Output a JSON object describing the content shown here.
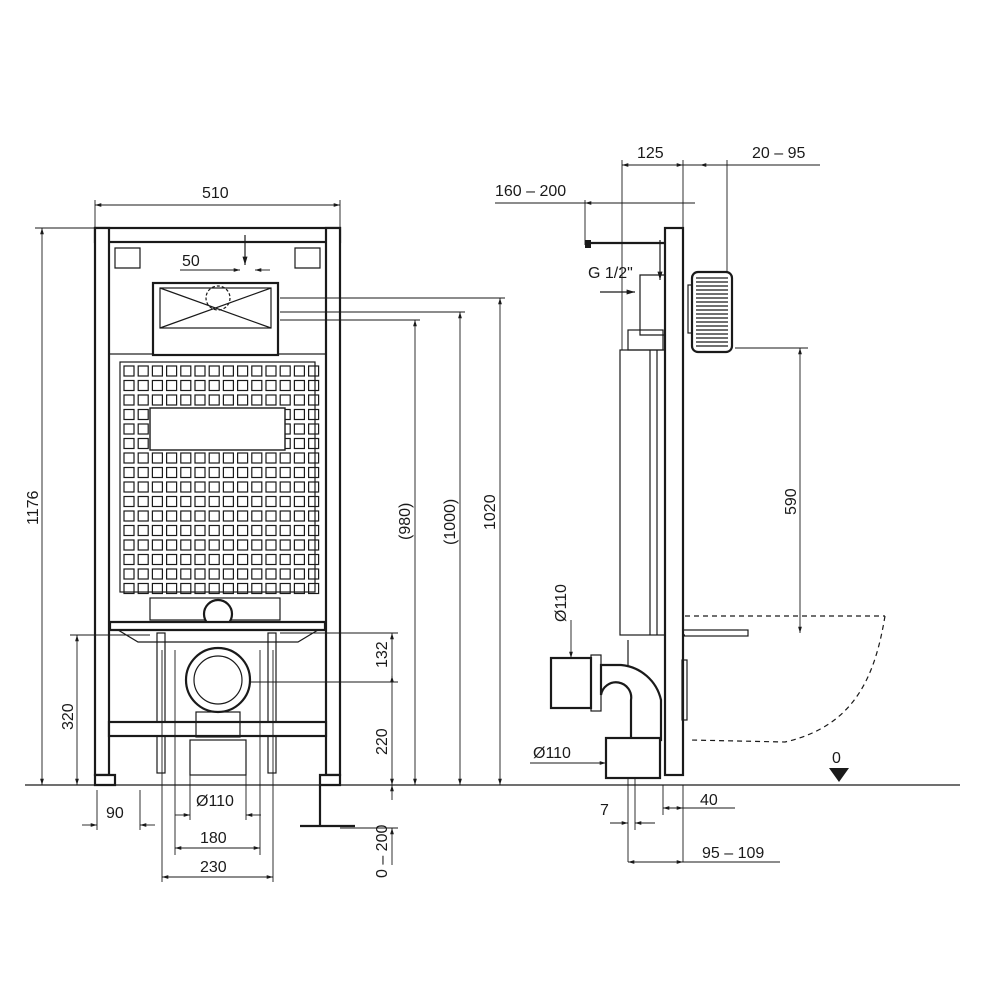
{
  "front_view": {
    "width": "510",
    "flush_plate_offset": "50",
    "height_total": "1176",
    "height_320": "320",
    "foot_90": "90",
    "drain_diameter": "Ø110",
    "width_180": "180",
    "width_230": "230",
    "height_980": "(980)",
    "height_1000": "(1000)",
    "height_1020": "1020",
    "height_132": "132",
    "height_220": "220",
    "adjust_0_200": "0 – 200"
  },
  "side_view": {
    "depth_125": "125",
    "depth_20_95": "20 – 95",
    "inlet_160_200": "160 – 200",
    "thread": "G 1/2\"",
    "height_590": "590",
    "outlet_diameter_top": "Ø110",
    "outlet_diameter_bottom": "Ø110",
    "offset_7": "7",
    "offset_40": "40",
    "offset_95_109": "95 – 109",
    "floor_level": "0"
  }
}
